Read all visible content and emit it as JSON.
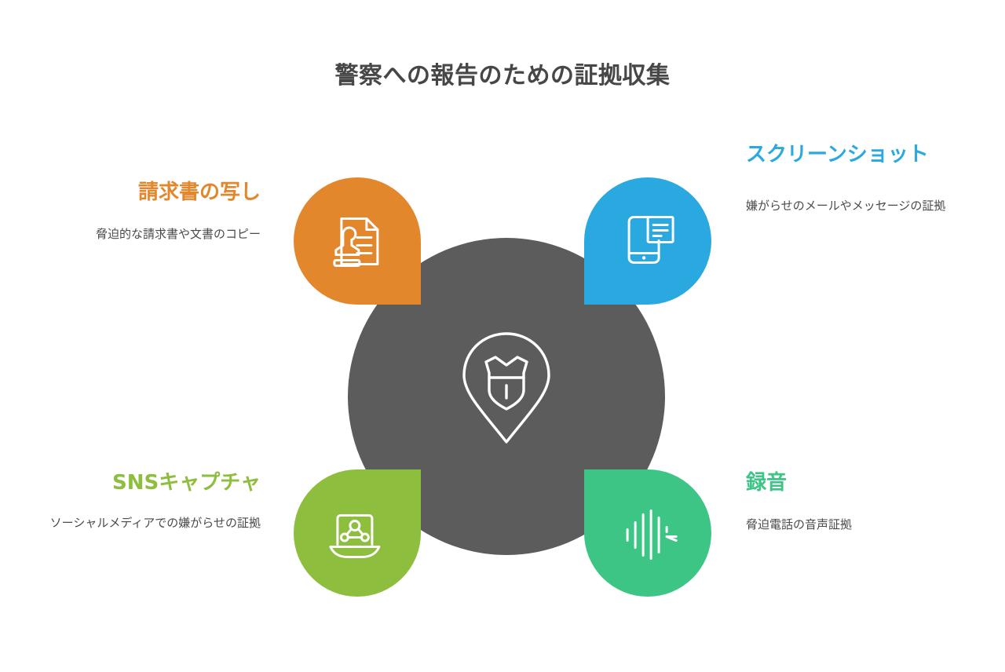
{
  "title": "警察への報告のための証拠収集",
  "colors": {
    "orange": "#E3872D",
    "blue": "#29A9DF",
    "green": "#8DBE3D",
    "teal": "#3CC584",
    "hub_gray": "#5C5C5C",
    "title_gray": "#474747",
    "body_gray": "#4A4A4A",
    "background": "#FFFFFF"
  },
  "hub": {
    "icon": "police-badge-location-pin-icon"
  },
  "nodes": [
    {
      "id": "invoice-copy",
      "position": "top-left",
      "title": "請求書の写し",
      "description": "脅迫的な請求書や文書のコピー",
      "color": "#E3872D",
      "icon": "document-stamp-icon"
    },
    {
      "id": "screenshots",
      "position": "top-right",
      "title": "スクリーンショット",
      "description": "嫌がらせのメールやメッセージの証拠",
      "color": "#29A9DF",
      "icon": "smartphone-screenshot-icon"
    },
    {
      "id": "sns-capture",
      "position": "bottom-left",
      "title": "SNSキャプチャ",
      "description": "ソーシャルメディアでの嫌がらせの証拠",
      "color": "#8DBE3D",
      "icon": "laptop-social-network-icon"
    },
    {
      "id": "audio-recording",
      "position": "bottom-right",
      "title": "録音",
      "description": "脅迫電話の音声証拠",
      "color": "#3CC584",
      "icon": "audio-waveform-icon"
    }
  ]
}
